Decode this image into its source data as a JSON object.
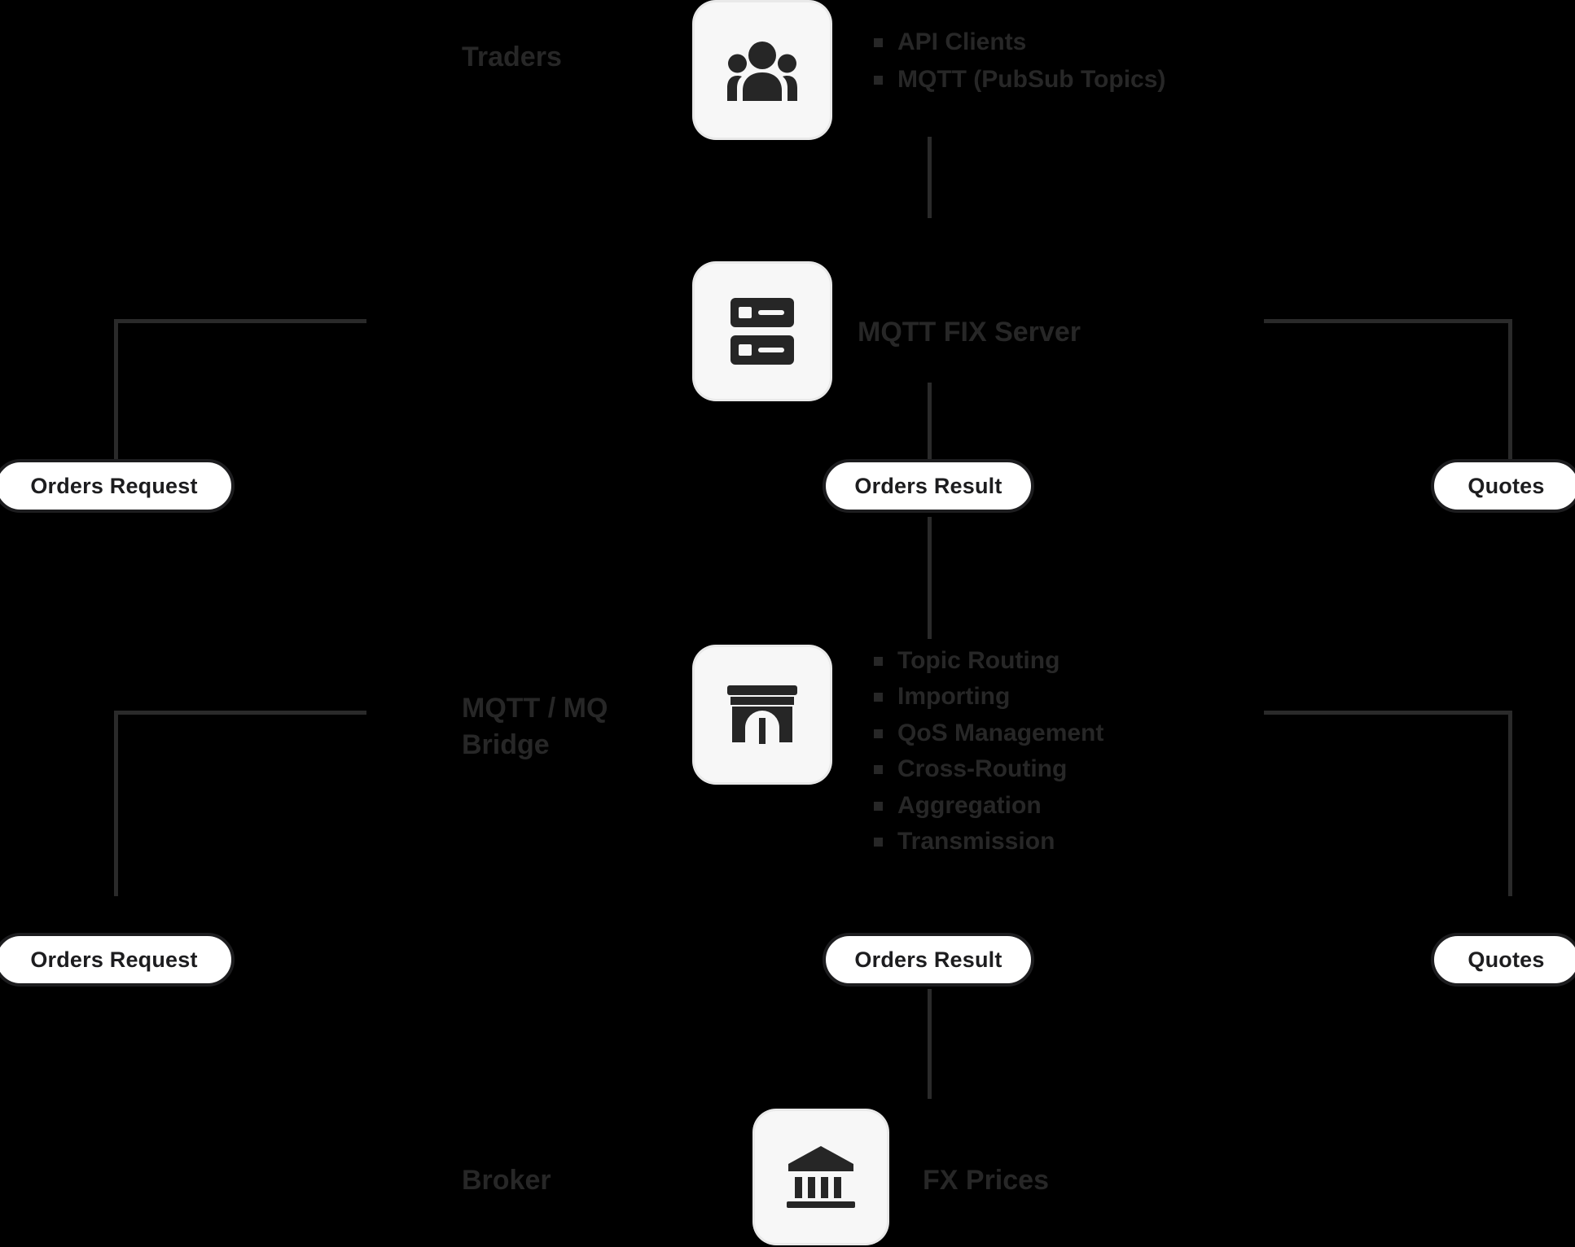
{
  "diagram": {
    "title": "MQTT / FIX bridge architecture flow",
    "background_color": "#000000",
    "pill_border_color": "#1d1d1f",
    "dim_text_color": "#272727",
    "tile_color": "#f7f7f7"
  },
  "nodes": {
    "traders": {
      "label": "Traders",
      "icon": "people-group-icon",
      "bullets": [
        "API Clients",
        "MQTT (PubSub Topics)"
      ]
    },
    "server": {
      "label": "MQTT FIX Server",
      "icon": "server-rack-icon"
    },
    "bridge": {
      "label": "MQTT / MQ\nBridge",
      "icon": "bridge-icon",
      "bullets": [
        "Topic Routing",
        "Importing",
        "QoS Management",
        "Cross-Routing",
        "Aggregation",
        "Transmission"
      ]
    },
    "broker": {
      "label": "Broker",
      "sublabel": "FX Prices",
      "icon": "bank-icon"
    }
  },
  "pills": {
    "orders_request_top": "Orders Request",
    "orders_result_top": "Orders Result",
    "quotes_top": "Quotes",
    "orders_request_bottom": "Orders Request",
    "orders_result_bottom": "Orders Result",
    "quotes_bottom": "Quotes"
  }
}
